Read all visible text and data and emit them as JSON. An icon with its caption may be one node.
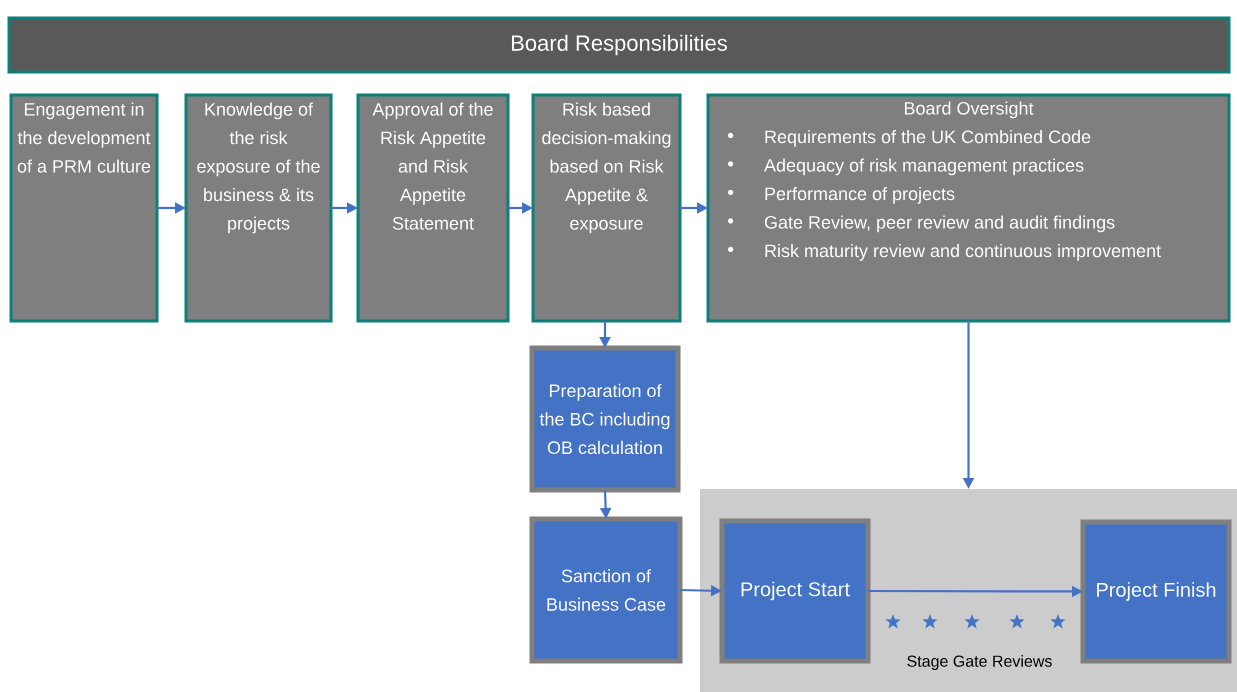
{
  "diagram": {
    "nodes": [
      {
        "text": [
          "Board Responsibilities"
        ]
      },
      {
        "text": [
          "Engagement in the development of a PRM culture"
        ]
      },
      {
        "text": [
          "Knowledge of the risk exposure of the business & its projects"
        ]
      },
      {
        "text": [
          "Approval of the Risk Appetite and Risk Appetite Statement"
        ]
      },
      {
        "text": [
          "Risk based decision-making based on Risk Appetite & exposure"
        ]
      },
      {
        "text": [
          "Board Oversight",
          "Requirements of the UK Combined Code",
          "Adequacy of risk management practices",
          "Performance of projects",
          "Gate Review, peer review and audit findings",
          "Risk maturity review and continuous improvement"
        ]
      },
      {
        "text": [
          "Preparation of the BC including OB calculation"
        ]
      },
      {
        "text": [
          "Sanction of Business Case"
        ]
      },
      {
        "text": [
          "Stage Gate Reviews"
        ]
      },
      {
        "text": [
          "Project Start"
        ],
        "in": 8
      },
      {
        "text": [
          "Project Finish"
        ],
        "in": 8
      }
    ],
    "edges": [
      {
        "from": 1,
        "to": 2,
        "arrow": "to"
      },
      {
        "from": 2,
        "to": 3,
        "arrow": "to"
      },
      {
        "from": 3,
        "to": 4,
        "arrow": "to"
      },
      {
        "from": 4,
        "to": 5,
        "arrow": "to"
      },
      {
        "from": 4,
        "to": 6,
        "arrow": "to"
      },
      {
        "from": 6,
        "to": 7,
        "arrow": "to"
      },
      {
        "from": 5,
        "to": 8,
        "arrow": "to"
      },
      {
        "from": 7,
        "to": 9,
        "arrow": "to"
      },
      {
        "from": 9,
        "to": 10,
        "arrow": "to"
      }
    ]
  }
}
